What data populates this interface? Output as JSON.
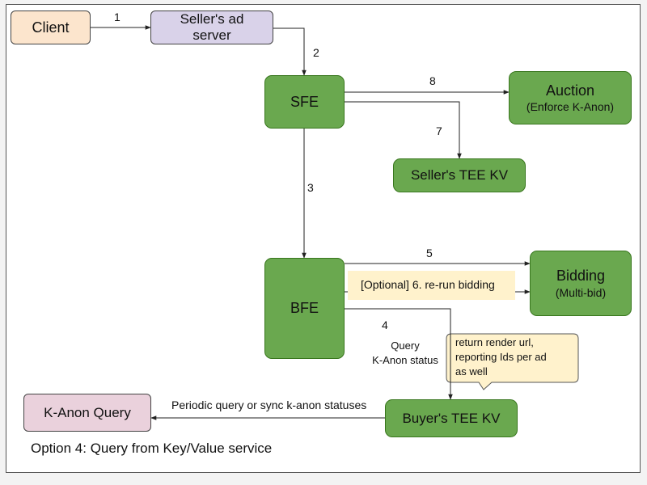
{
  "nodes": {
    "client": "Client",
    "seller_ad_server": "Seller's ad server",
    "sfe": "SFE",
    "auction": "Auction",
    "auction_sub": "(Enforce K-Anon)",
    "seller_tee_kv": "Seller's TEE KV",
    "bfe": "BFE",
    "bidding": "Bidding",
    "bidding_sub": "(Multi-bid)",
    "buyer_tee_kv": "Buyer's TEE KV",
    "kanon_query": "K-Anon Query"
  },
  "edges": {
    "e1": "1",
    "e2": "2",
    "e3": "3",
    "e4": "4",
    "e4_note_line1": "Query",
    "e4_note_line2": "K-Anon status",
    "e5": "5",
    "e6": "[Optional] 6. re-run bidding",
    "e7": "7",
    "e8": "8",
    "periodic": "Periodic query or sync k-anon statuses"
  },
  "callout": {
    "line1": "return render url,",
    "line2": "reporting Ids per ad",
    "line3": "as well"
  },
  "caption": "Option 4: Query from Key/Value service"
}
